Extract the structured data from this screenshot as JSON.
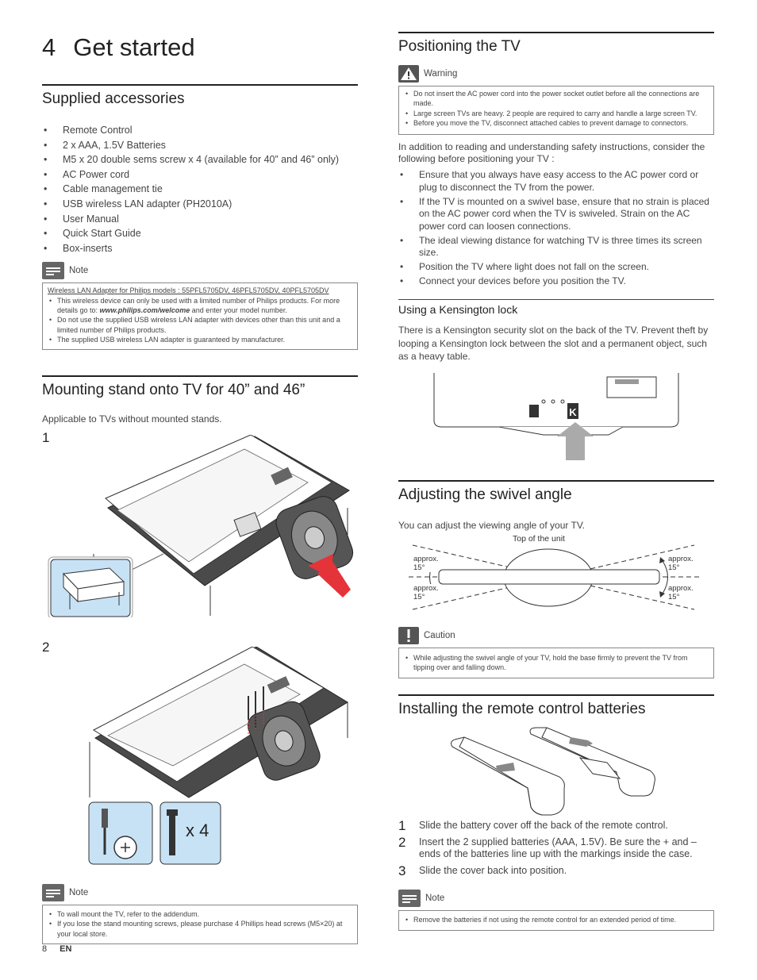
{
  "page": {
    "chapter_number": "4",
    "chapter_title": "Get started",
    "page_number": "8",
    "language": "EN"
  },
  "supplied": {
    "title": "Supplied accessories",
    "items": [
      "Remote Control",
      "2 x AAA, 1.5V Batteries",
      "M5 x 20 double sems screw x 4 (available for 40” and 46” only)",
      "AC Power cord",
      "Cable management tie",
      "USB wireless LAN adapter (PH2010A)",
      "User Manual",
      "Quick Start Guide",
      "Box-inserts"
    ],
    "note_label": "Note",
    "note_heading": "Wireless LAN Adapter for Philips models : 55PFL5705DV, 46PFL5705DV, 40PFL5705DV",
    "note_item1_pre": "This wireless device can only be used with a limited number of Philips products. For more details go to: ",
    "note_item1_link": "www.philips.com/welcome",
    "note_item1_post": " and enter your model number.",
    "note_item2": "Do not use the supplied USB wireless LAN adapter with devices other than this unit and a limited number of Philips products.",
    "note_item3": "The supplied USB wireless LAN adapter is guaranteed by manufacturer."
  },
  "mounting": {
    "title": "Mounting stand onto TV for 40” and 46”",
    "subtitle": "Applicable to TVs without mounted stands.",
    "step1": "1",
    "step2": "2",
    "screw_count": "x 4",
    "note_label": "Note",
    "note_item1": "To wall mount the TV, refer to the addendum.",
    "note_item2": "If you lose the stand mounting screws, please purchase 4 Phillips head screws (M5×20) at your local store."
  },
  "positioning": {
    "title": "Positioning the TV",
    "warning_label": "Warning",
    "warning_items": [
      "Do not insert the AC power cord into the power socket outlet before all the connections are made.",
      "Large screen TVs are heavy. 2 people are required to carry and handle a large screen TV.",
      "Before you move the TV, disconnect attached cables to prevent damage to connectors."
    ],
    "intro": "In addition to reading and understanding safety instructions, consider the following before positioning your TV :",
    "items": [
      "Ensure that you always have easy access to the AC power cord or plug to disconnect the TV from the power.",
      "If the TV is mounted on a swivel base, ensure that no strain is placed on the AC power cord when the TV is swiveled. Strain on the AC power cord can loosen connections.",
      "The ideal viewing distance for watching TV is three times its screen size.",
      "Position the TV where light does not fall on the screen.",
      "Connect your devices before you position the TV."
    ]
  },
  "kensington": {
    "title": "Using a Kensington lock",
    "text": "There is a Kensington security slot on the back of the TV. Prevent theft by looping a Kensington lock between the slot and a permanent object, such as a heavy table."
  },
  "swivel": {
    "title": "Adjusting the swivel angle",
    "subtitle": "You can adjust the viewing angle of your TV.",
    "top_label": "Top of the unit",
    "angle_tl": "approx.\n15°",
    "angle_bl": "approx.\n15°",
    "angle_tr": "approx.\n15°",
    "angle_br": "approx.\n15°",
    "caution_label": "Caution",
    "caution_item": "While adjusting the swivel angle of your TV, hold the base firmly to prevent the TV from tipping over and falling down."
  },
  "batteries": {
    "title": "Installing the remote control batteries",
    "steps": [
      {
        "n": "1",
        "text": "Slide the battery cover off the back of the remote control."
      },
      {
        "n": "2",
        "text": "Insert the 2 supplied batteries (AAA, 1.5V). Be sure the + and – ends of the batteries line up with the markings inside the case."
      },
      {
        "n": "3",
        "text": "Slide the cover back into position."
      }
    ],
    "note_label": "Note",
    "note_item": "Remove the batteries if not using the remote control for an extended period of time."
  }
}
